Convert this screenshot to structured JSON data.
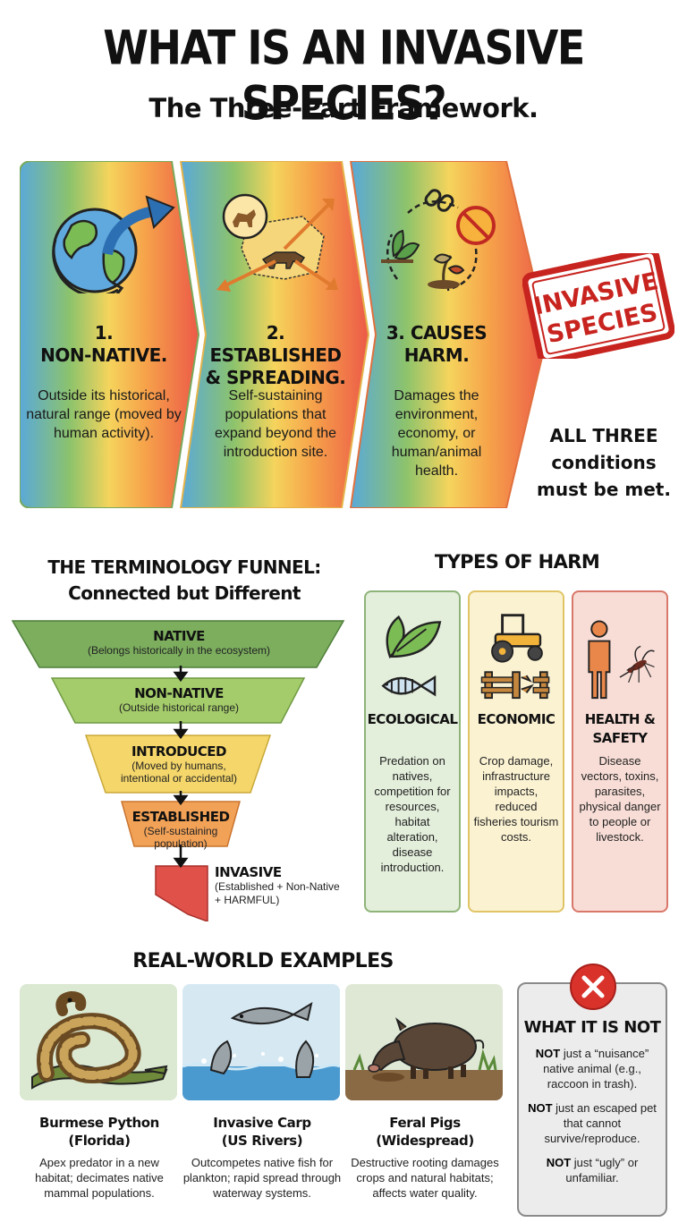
{
  "header": {
    "title": "WHAT IS AN INVASIVE SPECIES?",
    "subtitle": "The Three-Part Framework."
  },
  "framework": {
    "steps": [
      {
        "title_line1": "1.",
        "title_line2": "NON-NATIVE.",
        "desc": "Outside its historical, natural range (moved by human activity).",
        "icon": "globe-arrow-icon"
      },
      {
        "title_line1": "2. ESTABLISHED",
        "title_line2": "& SPREADING.",
        "desc": "Self-sustaining populations that expand beyond the introduction site.",
        "icon": "spreading-map-icon"
      },
      {
        "title_line1": "3. CAUSES",
        "title_line2": "HARM.",
        "desc": "Damages the environment, economy, or human/animal health.",
        "icon": "broken-cycle-icon"
      }
    ],
    "stamp_line1": "INVASIVE",
    "stamp_line2": "SPECIES",
    "all_three_line1": "ALL THREE",
    "all_three_line2": "conditions",
    "all_three_line3": "must be met."
  },
  "funnel": {
    "title_line1": "THE TERMINOLOGY FUNNEL:",
    "title_line2": "Connected but Different",
    "levels": [
      {
        "name": "NATIVE",
        "desc": "(Belongs historically in the ecosystem)",
        "color": "#7cae5e"
      },
      {
        "name": "NON-NATIVE",
        "desc": "(Outside historical range)",
        "color": "#a4cc6a"
      },
      {
        "name": "INTRODUCED",
        "desc_line1": "(Moved by humans,",
        "desc_line2": "intentional or accidental)",
        "color": "#f4d66a"
      },
      {
        "name": "ESTABLISHED",
        "desc_line1": "(Self-sustaining",
        "desc_line2": "population)",
        "color": "#f2a257"
      },
      {
        "name": "INVASIVE",
        "desc_line1": "(Established + Non-Native",
        "desc_line2": "+ HARMFUL)",
        "color": "#e0514a"
      }
    ]
  },
  "harm": {
    "title": "TYPES OF HARM",
    "cards": [
      {
        "title_line1": "ECOLOGICAL",
        "title_line2": "",
        "desc": "Predation on natives, competition for resources, habitat alteration, disease introduction.",
        "bg": "#e3eedb",
        "border": "#8fb47a"
      },
      {
        "title_line1": "ECONOMIC",
        "title_line2": "",
        "desc": "Crop damage, infrastructure impacts, reduced fisheries tourism costs.",
        "bg": "#fbf2d2",
        "border": "#e0c466"
      },
      {
        "title_line1": "HEALTH &",
        "title_line2": "SAFETY",
        "desc": "Disease vectors, toxins, parasites, physical danger to people or livestock.",
        "bg": "#f8ddd6",
        "border": "#d9776a"
      }
    ]
  },
  "examples": {
    "title": "REAL-WORLD EXAMPLES",
    "items": [
      {
        "name_line1": "Burmese Python",
        "name_line2": "(Florida)",
        "desc": "Apex predator in a new habitat; decimates native mammal populations."
      },
      {
        "name_line1": "Invasive Carp",
        "name_line2": "(US Rivers)",
        "desc": "Outcompetes native fish for plankton; rapid spread through waterway systems."
      },
      {
        "name_line1": "Feral Pigs",
        "name_line2": "(Widespread)",
        "desc": "Destructive rooting damages crops and natural habitats; affects water quality."
      }
    ]
  },
  "not": {
    "title": "WHAT IT IS NOT",
    "items": [
      {
        "bold": "NOT",
        "text": " just a “nuisance” native animal (e.g., raccoon in trash)."
      },
      {
        "bold": "NOT",
        "text": " just an escaped pet that cannot survive/reproduce."
      },
      {
        "bold": "NOT",
        "text": " just “ugly” or unfamiliar."
      }
    ]
  }
}
